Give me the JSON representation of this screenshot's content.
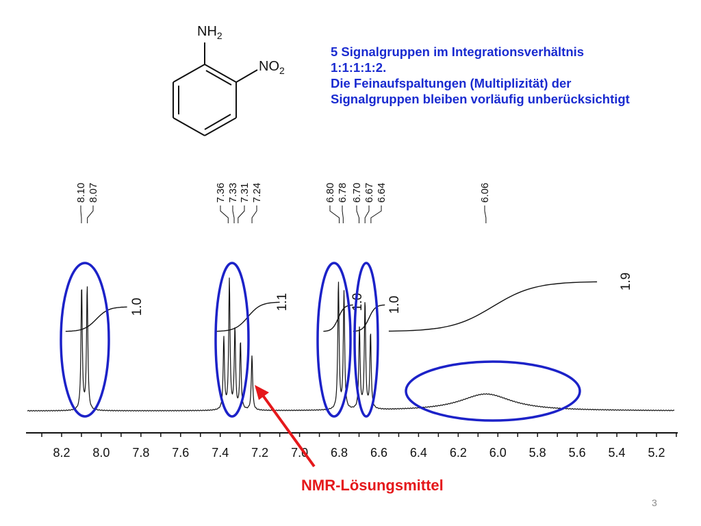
{
  "structure": {
    "substituent_amine": "NH2",
    "substituent_nitro": "NO2"
  },
  "description": {
    "lines": [
      "5 Signalgruppen im Integrationsverhältnis",
      "1:1:1:1:2.",
      "Die Feinaufspaltungen (Multiplizität) der",
      "Signalgruppen bleiben vorläufig unberücksichtigt"
    ]
  },
  "solvent_label": "NMR-Lösungsmittel",
  "page_number": "3",
  "colors": {
    "text_blue": "#1a2bd0",
    "ellipse_blue": "#1c22c8",
    "arrow_red": "#e5181b",
    "spectrum": "#111111"
  },
  "chart_data": {
    "type": "line",
    "title": "",
    "xlabel": "",
    "ylabel": "",
    "xlim": [
      8.35,
      5.1
    ],
    "x_reversed": true,
    "x_ticks": [
      "8.2",
      "8.0",
      "7.8",
      "7.6",
      "7.4",
      "7.2",
      "7.0",
      "6.8",
      "6.6",
      "6.4",
      "6.2",
      "6.0",
      "5.8",
      "5.6",
      "5.4",
      "5.2"
    ],
    "peak_labels": [
      {
        "ppm": 8.1,
        "label": "8.10"
      },
      {
        "ppm": 8.07,
        "label": "8.07"
      },
      {
        "ppm": 7.36,
        "label": "7.36"
      },
      {
        "ppm": 7.33,
        "label": "7.33"
      },
      {
        "ppm": 7.31,
        "label": "7.31"
      },
      {
        "ppm": 7.24,
        "label": "7.24"
      },
      {
        "ppm": 6.8,
        "label": "6.80"
      },
      {
        "ppm": 6.78,
        "label": "6.78"
      },
      {
        "ppm": 6.7,
        "label": "6.70"
      },
      {
        "ppm": 6.67,
        "label": "6.67"
      },
      {
        "ppm": 6.64,
        "label": "6.64"
      },
      {
        "ppm": 6.06,
        "label": "6.06"
      }
    ],
    "integrals": [
      {
        "from": 8.18,
        "to": 7.95,
        "value": "1.0"
      },
      {
        "from": 7.42,
        "to": 7.18,
        "value": "1.1"
      },
      {
        "from": 6.88,
        "to": 6.73,
        "value": "1.0"
      },
      {
        "from": 6.73,
        "to": 6.57,
        "value": "1.0"
      },
      {
        "from": 6.55,
        "to": 5.5,
        "value": "1.9"
      }
    ],
    "signal_groups": [
      {
        "center": 8.085,
        "shape": "doublet",
        "heights": [
          0.95,
          0.95
        ]
      },
      {
        "center": 7.34,
        "shape": "multiplet",
        "heights": [
          0.55,
          1.0,
          0.62,
          0.52
        ]
      },
      {
        "center": 7.24,
        "shape": "singlet",
        "heights": [
          0.42
        ],
        "note": "solvent"
      },
      {
        "center": 6.79,
        "shape": "doublet",
        "heights": [
          0.98,
          0.9
        ]
      },
      {
        "center": 6.67,
        "shape": "multiplet",
        "heights": [
          0.62,
          0.82,
          0.58
        ]
      },
      {
        "center": 6.06,
        "shape": "broad",
        "heights": [
          0.13
        ]
      }
    ],
    "highlighted_groups": [
      "8.10–8.07",
      "7.36–7.31",
      "6.80–6.78",
      "6.70–6.64",
      "6.06"
    ]
  }
}
